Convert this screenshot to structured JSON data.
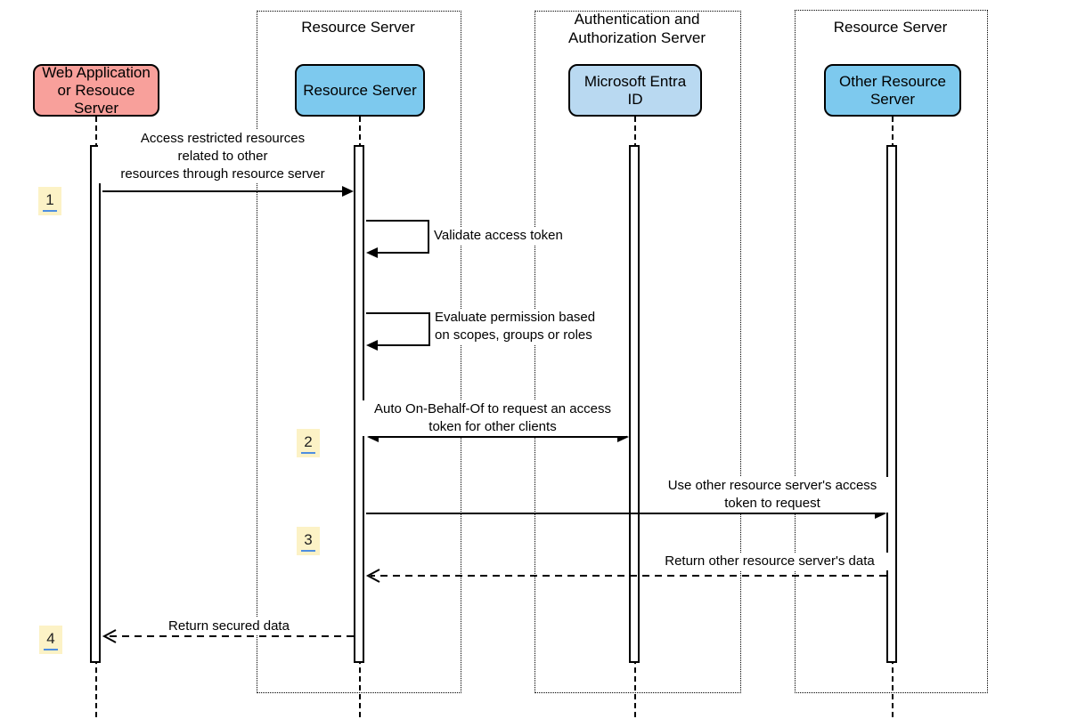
{
  "diagram": {
    "type": "sequence-diagram",
    "containers": {
      "resource_server_left": {
        "label": "Resource Server"
      },
      "auth_server": {
        "label": "Authentication and Authorization Server"
      },
      "resource_server_right": {
        "label": "Resource Server"
      }
    },
    "actors": {
      "web_app": {
        "label": "Web Application or Resouce Server",
        "fill": "#F8A09B"
      },
      "resource_server": {
        "label": "Resource Server",
        "fill": "#7DC9EE"
      },
      "entra_id": {
        "label": "Microsoft Entra ID",
        "fill": "#B9D9F1"
      },
      "other_resource_server": {
        "label": "Other Resource Server",
        "fill": "#7DC9EE"
      }
    },
    "messages": {
      "access_restricted": {
        "lines": [
          "Access restricted resources",
          "related to other",
          "resources through resource server"
        ],
        "style": "solid"
      },
      "validate": {
        "lines": [
          "Validate access token"
        ],
        "style": "self-loop"
      },
      "evaluate": {
        "lines": [
          "Evaluate permission based",
          "on scopes, groups or roles"
        ],
        "style": "self-loop"
      },
      "obo": {
        "lines": [
          "Auto On-Behalf-Of to request an access",
          "token for other clients"
        ],
        "style": "solid-bidirectional"
      },
      "use_token": {
        "lines": [
          "Use other resource server's access",
          "token to request"
        ],
        "style": "solid"
      },
      "return_other": {
        "lines": [
          "Return other resource server's data"
        ],
        "style": "dashed-return"
      },
      "return_secured": {
        "lines": [
          "Return secured data"
        ],
        "style": "dashed-return"
      }
    },
    "badges": {
      "b1": "1",
      "b2": "2",
      "b3": "3",
      "b4": "4"
    },
    "colors": {
      "actor_pink": "#F8A09B",
      "actor_blue": "#7DC9EE",
      "actor_light_blue": "#B9D9F1",
      "badge_bg": "#FCF2C6",
      "badge_underline": "#4E8EE0",
      "line": "#000000"
    }
  }
}
